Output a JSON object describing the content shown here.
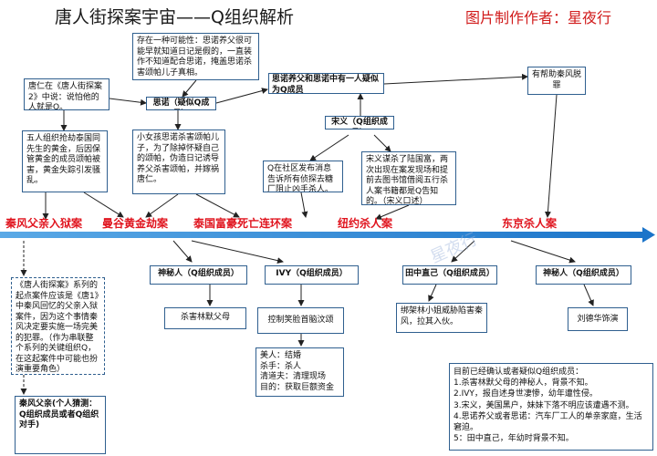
{
  "header": {
    "title": "唐人街探案宇宙——Q组织解析",
    "author": "图片制作作者：星夜行"
  },
  "watermark": "星夜行",
  "timeline": {
    "events": [
      "秦风父亲入狱案",
      "曼谷黄金劫案",
      "泰国富豪死亡连环案",
      "纽约杀人案",
      "东京杀人案"
    ]
  },
  "nodes": {
    "possibility": "存在一种可能性：思诺养父很可能早就知道日记是假的，一直装作不知道配合思诺，掩盖思诺杀害颂帕儿子真相。",
    "tangren": "唐仁在《唐人街探案2》中说：说怕他的人就是Q。",
    "sinuo": "思诺（疑似Q成员）",
    "sinuo_father": "思诺养父和思诺中有一人疑似为Q成员",
    "help_qinfeng": "有帮助秦风脱罪",
    "songyi": "宋义（Q组织成员）",
    "gold_leader": "五人组织抢劫泰国同先生的黄金，后因保管黄金的成员颂帕被害，黄金失踪引发骚乱。",
    "sinuo_kill": "小女孩思诺杀害颂帕儿子，为了除掉怀疑自己的颂帕，伪造日记诱导养父杀害颂帕，并嫁祸唐仁。",
    "q_community": "Q在社区发布消息告诉所有侦探去糖厂阻止凶手杀人。",
    "songyi_plan": "宋义谋杀了陆国富，两次出现在案发现场和提前去图书馆借阅五行杀人案书籍都是Q告知的。（宋义口述）",
    "mystery_left": "神秘人（Q组织成员）",
    "ivy": "IVY（Q组织成员）",
    "tanaka": "田中直己（Q组织成员）",
    "mystery_right": "神秘人（Q组织成员）",
    "kill_stepmother": "杀害林默父母",
    "control_smile": "控制笑脸首脑汶颂",
    "kidnap": "绑架林小姐威胁陷害秦风，拉其入伙。",
    "liu_dehua": "刘德华饰演",
    "ivy_detail": "美人：结婚\n杀手：杀人\n清道夫：清理现场\n目的：获取巨额资金",
    "origin": "《唐人街探案》系列的起点案件应该是《唐1》中秦风回忆的父亲入狱案件，因为这个事情秦风决定要实施一场完美的犯罪。（作为串联整个系列的关键组织Q，在这起案件中可能也扮演重要角色）",
    "qinfeng_father": "秦风父亲(个人猜测：Q组织成员或者Q组织对手)",
    "summary": "目前已经确认或者疑似Q组织成员：\n1.杀害林默父母的神秘人，背景不知。\n2.IVY，报自述身世凄惨，幼年遭性侵。\n3.宋义，美国黑户，妹妹下落不明应该遭遇不测。\n4.思诺养父或者思诺：汽车厂工人的单亲家庭，生活窘迫。\n5：田中直己，年幼时背景不知。"
  }
}
